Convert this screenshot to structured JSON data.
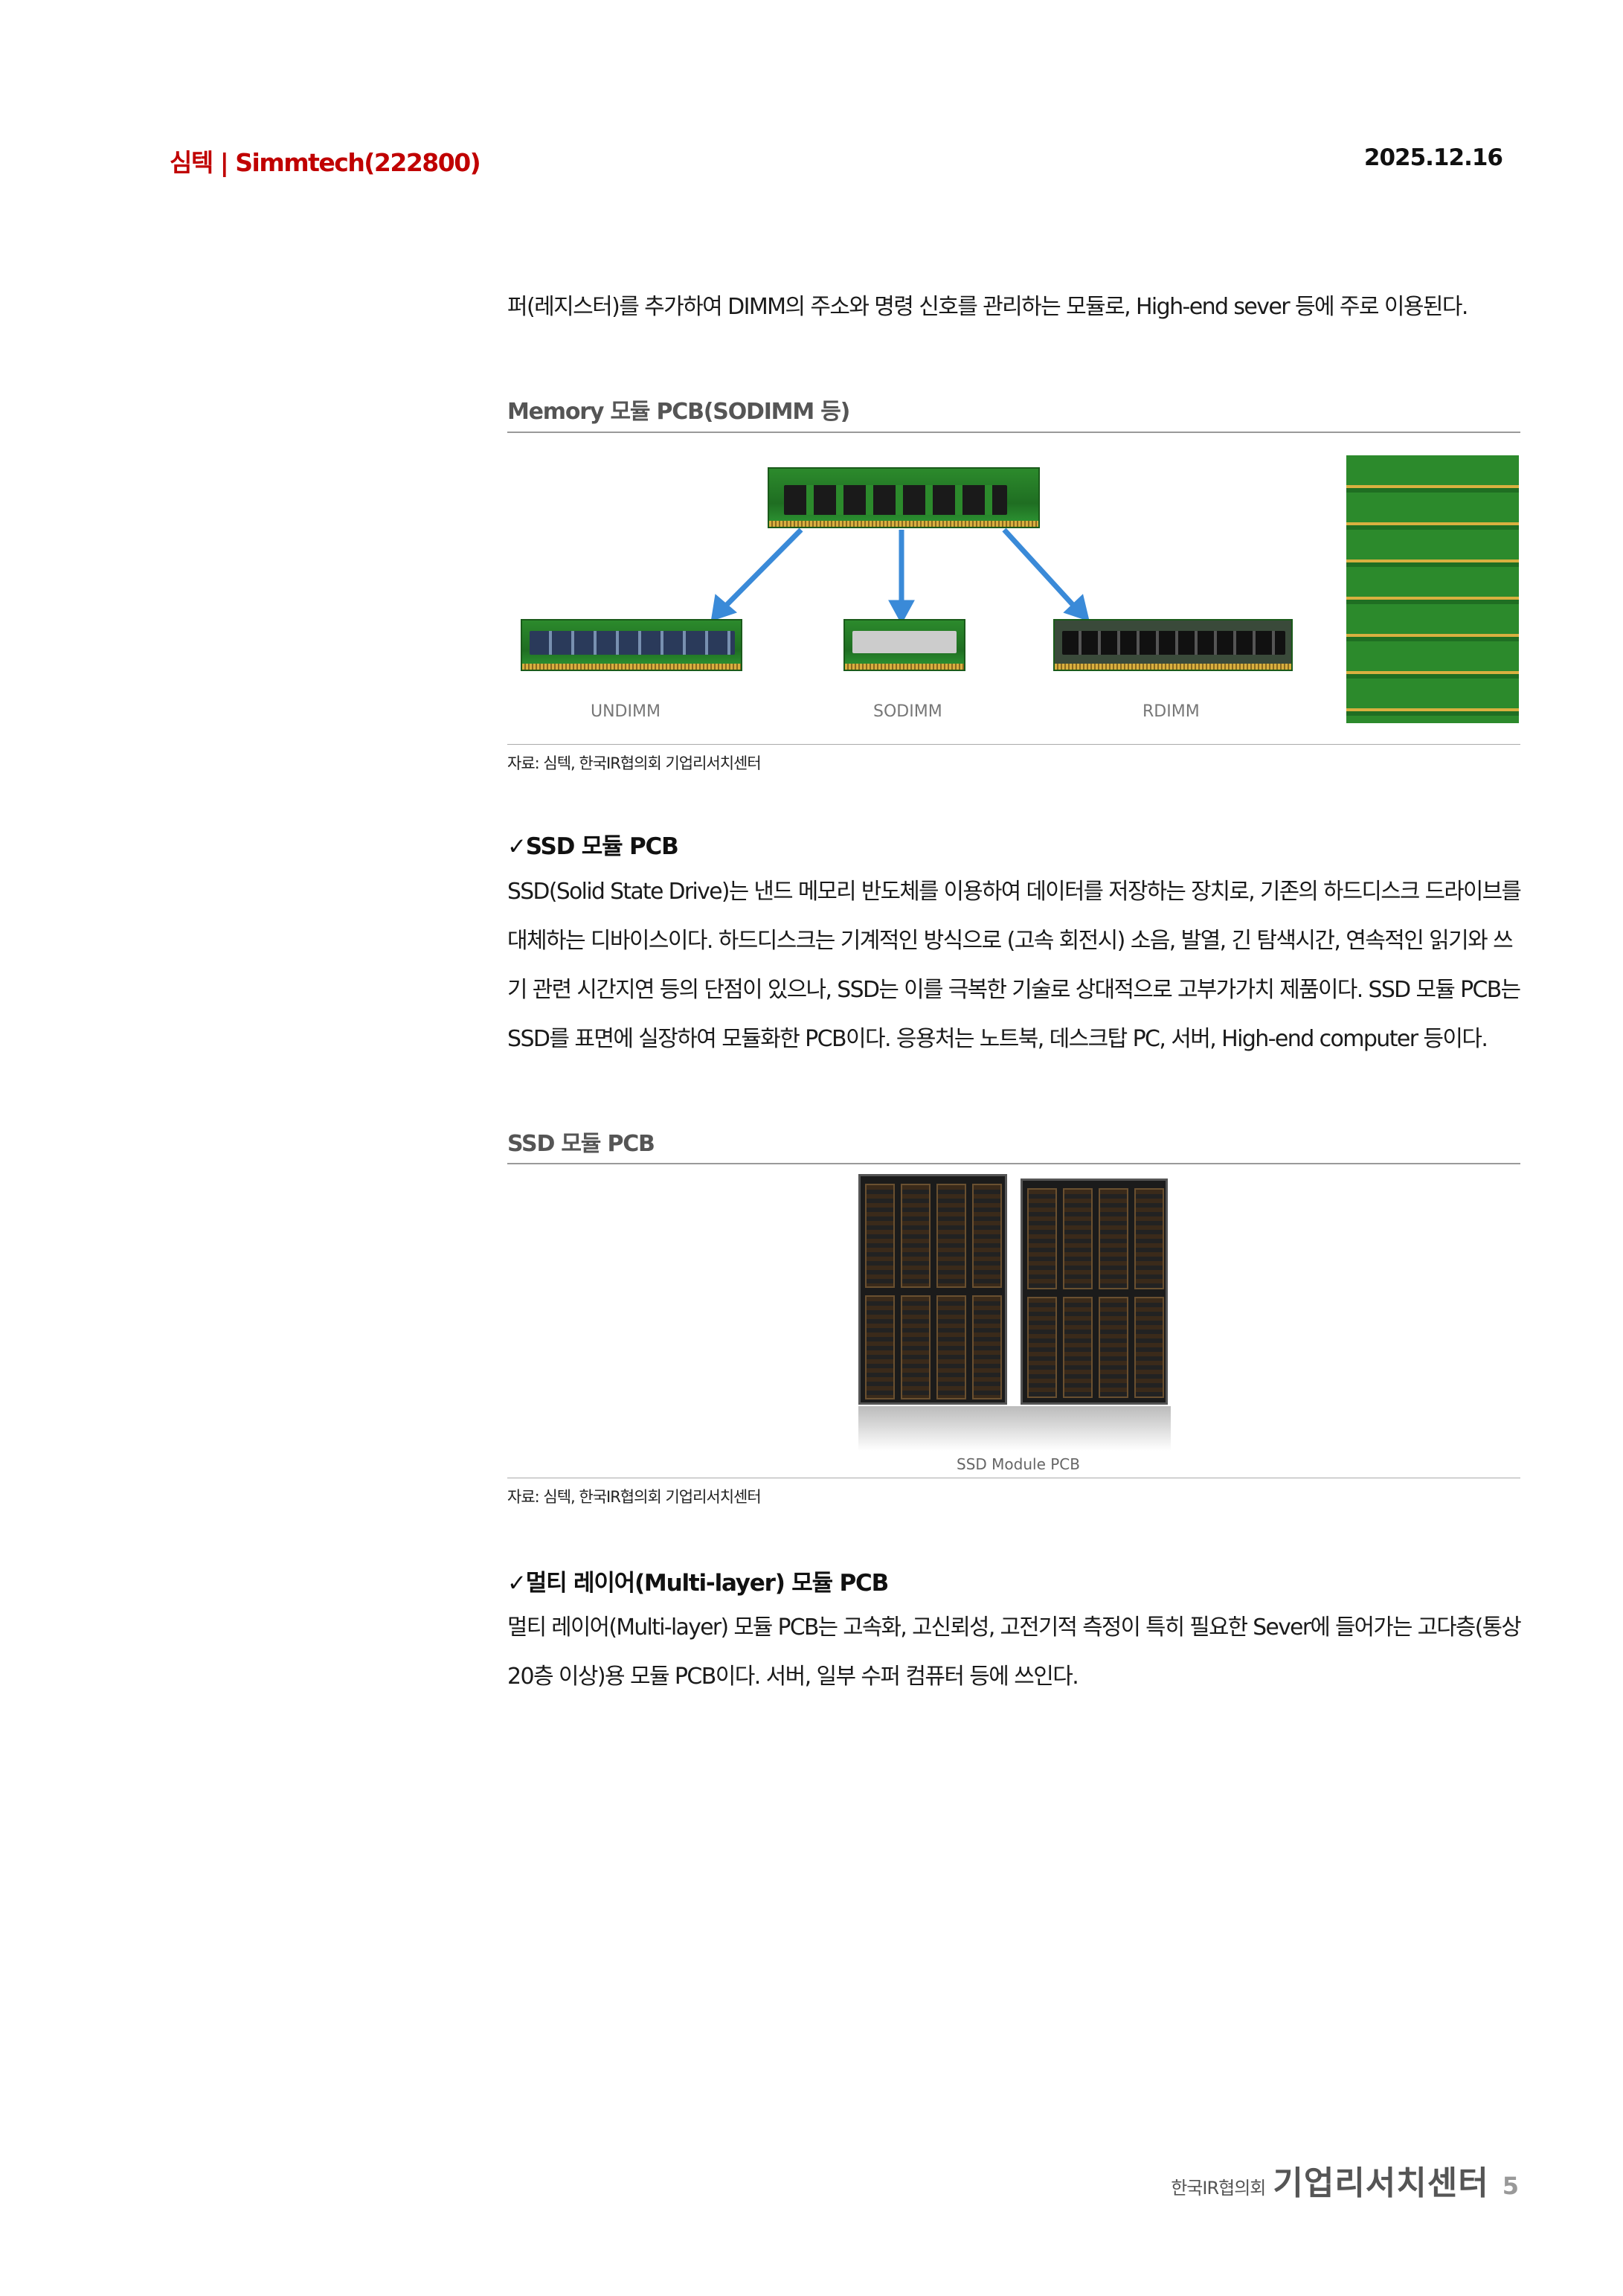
{
  "header": {
    "company": "심텍 | Simmtech(222800)",
    "date": "2025.12.16"
  },
  "intro": "퍼(레지스터)를 추가하여 DIMM의 주소와 명령 신호를 관리하는 모듈로, High-end sever 등에 주로 이용된다.",
  "figure1": {
    "title": "Memory 모듈 PCB(SODIMM 등)",
    "labels": [
      "UNDIMM",
      "SODIMM",
      "RDIMM"
    ],
    "source": "자료: 심텍, 한국IR협의회 기업리서치센터"
  },
  "ssd_section": {
    "heading": "✓SSD 모듈 PCB",
    "lines": [
      "SSD(Solid State Drive)는 낸드 메모리 반도체를 이용하여 데이터를 저장하는 장치로, 기존의 하드디스크 드라이브를",
      "대체하는 디바이스이다. 하드디스크는 기계적인 방식으로 (고속 회전시) 소음, 발열, 긴 탐색시간, 연속적인 읽기와 쓰",
      "기 관련 시간지연 등의 단점이 있으나, SSD는 이를 극복한 기술로 상대적으로 고부가가치 제품이다. SSD 모듈 PCB는",
      "SSD를 표면에 실장하여 모듈화한 PCB이다. 응용처는 노트북, 데스크탑 PC, 서버, High-end computer 등이다."
    ]
  },
  "figure2": {
    "title": "SSD 모듈 PCB",
    "label": "SSD Module PCB",
    "source": "자료: 심텍, 한국IR협의회 기업리서치센터"
  },
  "multilayer_section": {
    "heading": "✓멀티 레이어(Multi-layer) 모듈 PCB",
    "lines": [
      "멀티 레이어(Multi-layer) 모듈 PCB는 고속화, 고신뢰성, 고전기적 측정이 특히 필요한 Sever에 들어가는 고다층(통상",
      "20층 이상)용 모듈 PCB이다. 서버, 일부 수퍼 컴퓨터 등에 쓰인다."
    ]
  },
  "footer": {
    "org": "한국IR협의회",
    "center": "기업리서치센터",
    "page": "5"
  },
  "colors": {
    "brand": "#c00000",
    "arrow": "#3a8ad8",
    "pcb": "#2c8a2c"
  }
}
